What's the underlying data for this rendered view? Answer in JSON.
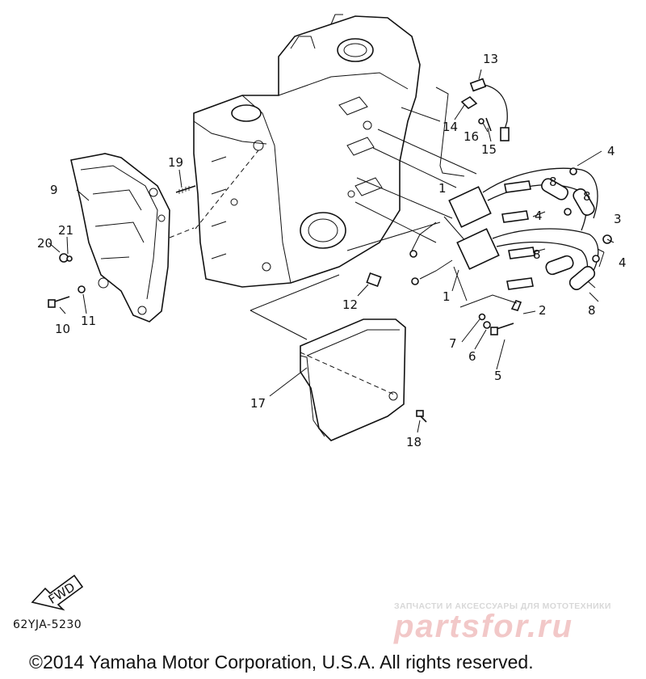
{
  "diagram": {
    "callouts": [
      "1",
      "1",
      "2",
      "3",
      "4",
      "4",
      "4",
      "5",
      "6",
      "7",
      "8",
      "8",
      "8",
      "8",
      "9",
      "10",
      "11",
      "12",
      "13",
      "14",
      "15",
      "16",
      "17",
      "18",
      "19",
      "20",
      "21"
    ],
    "fwd_label": "FWD",
    "diagram_code": "62YJA-5230"
  },
  "watermark": {
    "top_text": "ЗАПЧАСТИ И АКСЕССУАРЫ ДЛЯ МОТОТЕХНИКИ",
    "main_text": "partsfor.ru"
  },
  "footer": {
    "copyright": "©2014 Yamaha Motor Corporation, U.S.A. All rights reserved."
  }
}
